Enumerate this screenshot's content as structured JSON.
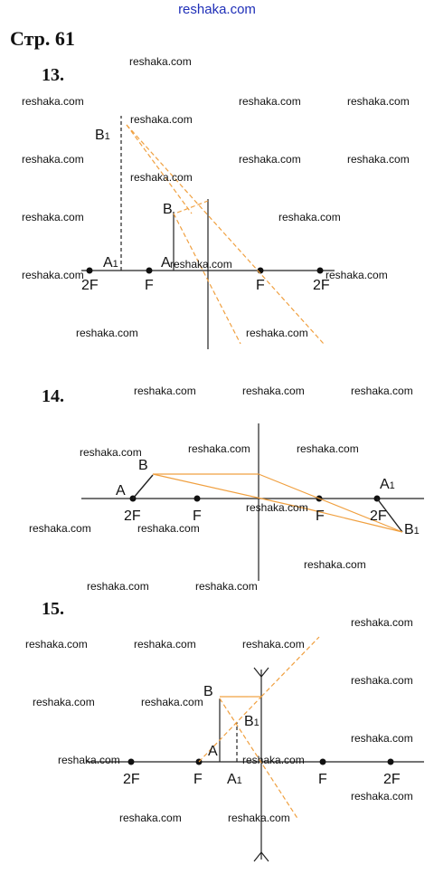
{
  "site": "reshaka.com",
  "page_title": "Стр. 61",
  "watermark": "reshaka.com",
  "problems": [
    {
      "number": "13."
    },
    {
      "number": "14."
    },
    {
      "number": "15."
    }
  ],
  "labels": {
    "F": "F",
    "2F": "2F",
    "A": "A",
    "B": "B",
    "A1": "A",
    "B1": "B",
    "sub1": "1"
  },
  "colors": {
    "ray": "#f0a040",
    "line": "#222222",
    "header": "#1f2fb8"
  }
}
